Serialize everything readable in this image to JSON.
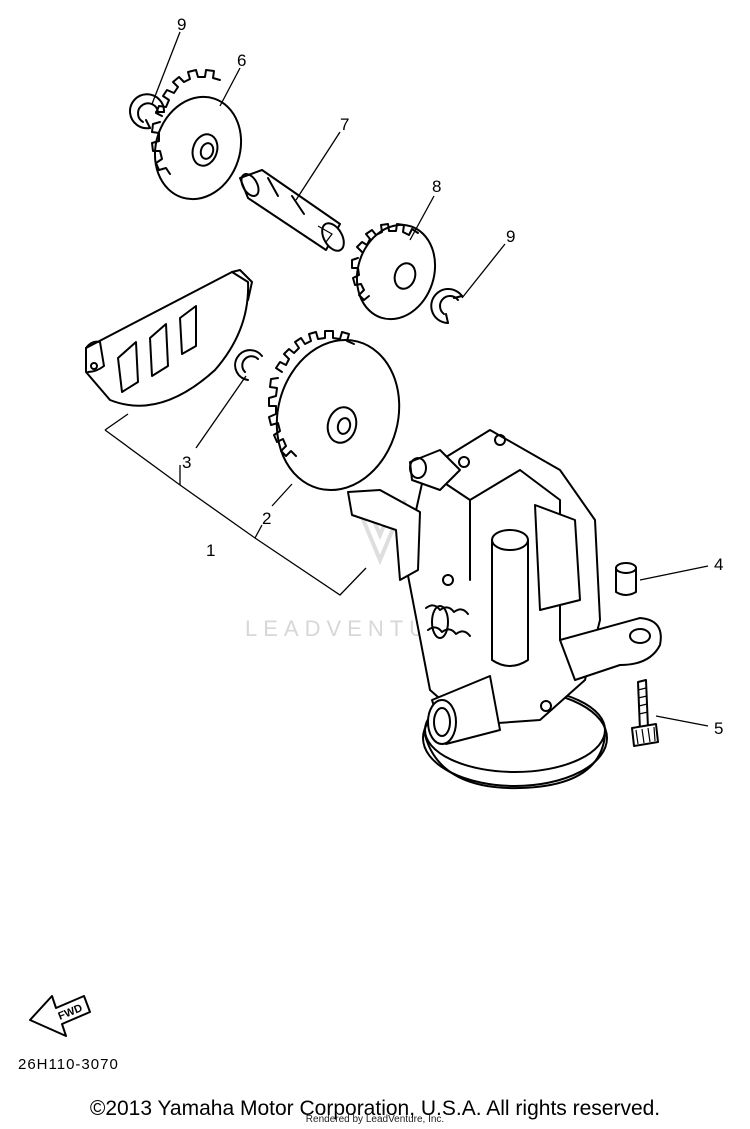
{
  "callouts": [
    "9",
    "6",
    "7",
    "8",
    "9",
    "3",
    "2",
    "1",
    "4",
    "5"
  ],
  "fwd_label": "FWD",
  "watermark": "LEADVENTURE",
  "part_number": "26H110-3070",
  "copyright": "©2013 Yamaha Motor Corporation, U.S.A. All rights reserved.",
  "rendered_by": "Rendered by LeadVenture, Inc."
}
